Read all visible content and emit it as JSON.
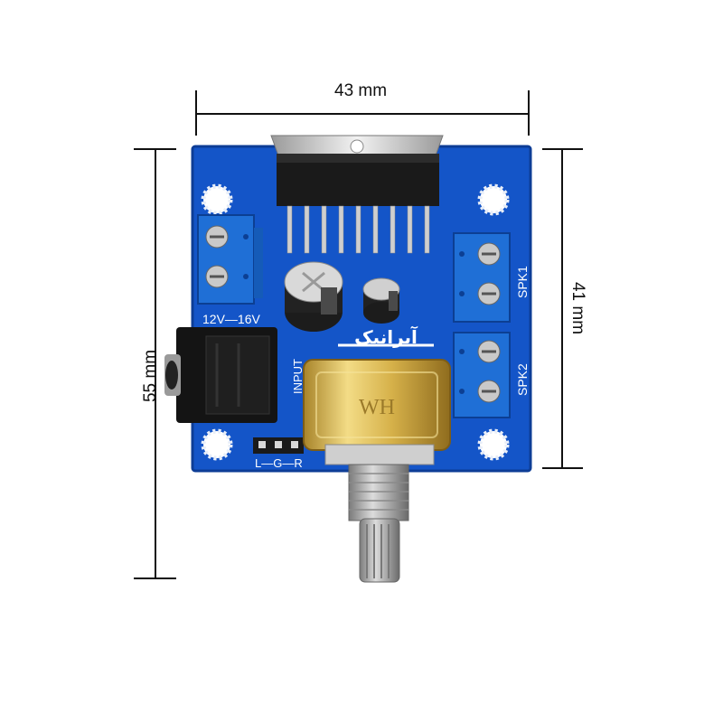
{
  "dimensions": {
    "width_label": "43 mm",
    "height_label": "55 mm",
    "board_height_label": "41 mm"
  },
  "board": {
    "power_label": "12V—16V",
    "input_label": "INPUT",
    "speaker1_label": "SPK1",
    "speaker2_label": "SPK2",
    "pins_label": "L—G—R",
    "logo_text": "آیرانیک",
    "pot_label": "WH",
    "colors": {
      "pcb": "#1455c8",
      "terminal": "#1f6fd6",
      "brass": "#d8b84a"
    }
  },
  "icons": [
    "screw-icon",
    "mounting-hole-icon",
    "capacitor-icon",
    "audio-jack-icon",
    "potentiometer-icon"
  ]
}
